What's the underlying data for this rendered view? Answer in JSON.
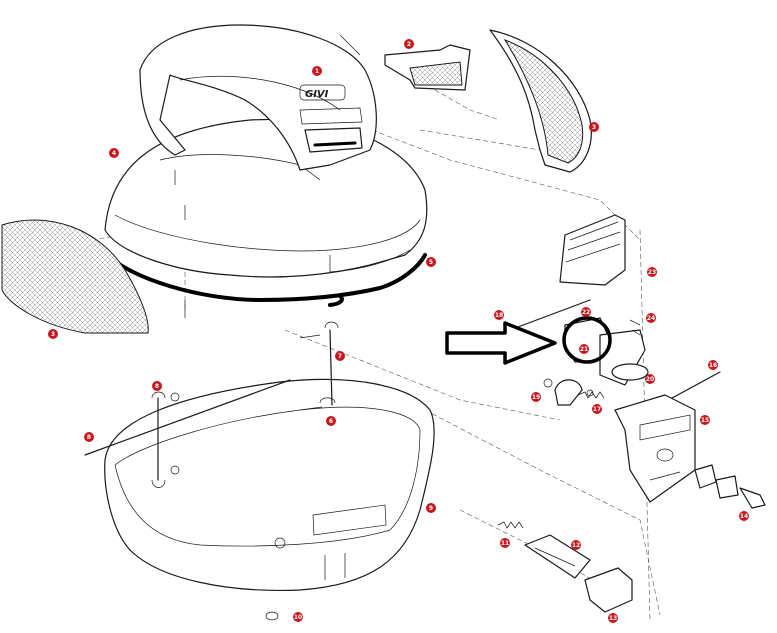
{
  "diagram": {
    "brand_logo_text": "GIVI",
    "callouts": [
      {
        "id": "c1",
        "label": "1"
      },
      {
        "id": "c2",
        "label": "2"
      },
      {
        "id": "c3a",
        "label": "3"
      },
      {
        "id": "c3b",
        "label": "3"
      },
      {
        "id": "c4",
        "label": "4"
      },
      {
        "id": "c5",
        "label": "5"
      },
      {
        "id": "c6",
        "label": "6"
      },
      {
        "id": "c7",
        "label": "7"
      },
      {
        "id": "c8a",
        "label": "8"
      },
      {
        "id": "c8b",
        "label": "8"
      },
      {
        "id": "c9",
        "label": "9"
      },
      {
        "id": "c10",
        "label": "10"
      },
      {
        "id": "c11",
        "label": "11"
      },
      {
        "id": "c12",
        "label": "12"
      },
      {
        "id": "c13",
        "label": "13"
      },
      {
        "id": "c14",
        "label": "14"
      },
      {
        "id": "c15",
        "label": "15"
      },
      {
        "id": "c16",
        "label": "16"
      },
      {
        "id": "c17",
        "label": "17"
      },
      {
        "id": "c18",
        "label": "18"
      },
      {
        "id": "c19",
        "label": "19"
      },
      {
        "id": "c20",
        "label": "20"
      },
      {
        "id": "c21",
        "label": "21"
      },
      {
        "id": "c22",
        "label": "22"
      },
      {
        "id": "c23",
        "label": "23"
      },
      {
        "id": "c24",
        "label": "24"
      }
    ],
    "highlighted_part": "21",
    "colors": {
      "callout": "#c8161d",
      "line": "#1a1a1a",
      "background": "#ffffff"
    }
  }
}
